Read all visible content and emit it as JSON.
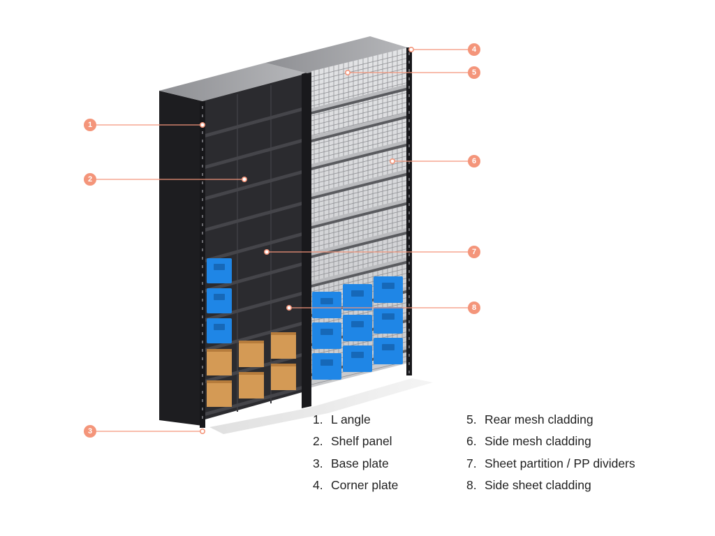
{
  "colors": {
    "accent": "#F4957A",
    "frame_dark": "#2f2f33",
    "frame_darker": "#1e1e21",
    "mesh_bg": "#d9dadc",
    "bin_blue": "#1f86e6",
    "carton": "#d49a55"
  },
  "callouts": [
    {
      "number": "1"
    },
    {
      "number": "2"
    },
    {
      "number": "3"
    },
    {
      "number": "4"
    },
    {
      "number": "5"
    },
    {
      "number": "6"
    },
    {
      "number": "7"
    },
    {
      "number": "8"
    }
  ],
  "legend": {
    "left": [
      {
        "num": "1.",
        "label": "L angle"
      },
      {
        "num": "2.",
        "label": "Shelf panel"
      },
      {
        "num": "3.",
        "label": "Base plate"
      },
      {
        "num": "4.",
        "label": "Corner plate"
      }
    ],
    "right": [
      {
        "num": "5.",
        "label": "Rear mesh cladding"
      },
      {
        "num": "6.",
        "label": "Side mesh cladding"
      },
      {
        "num": "7.",
        "label": "Sheet partition / PP dividers"
      },
      {
        "num": "8.",
        "label": "Side sheet cladding"
      }
    ]
  }
}
